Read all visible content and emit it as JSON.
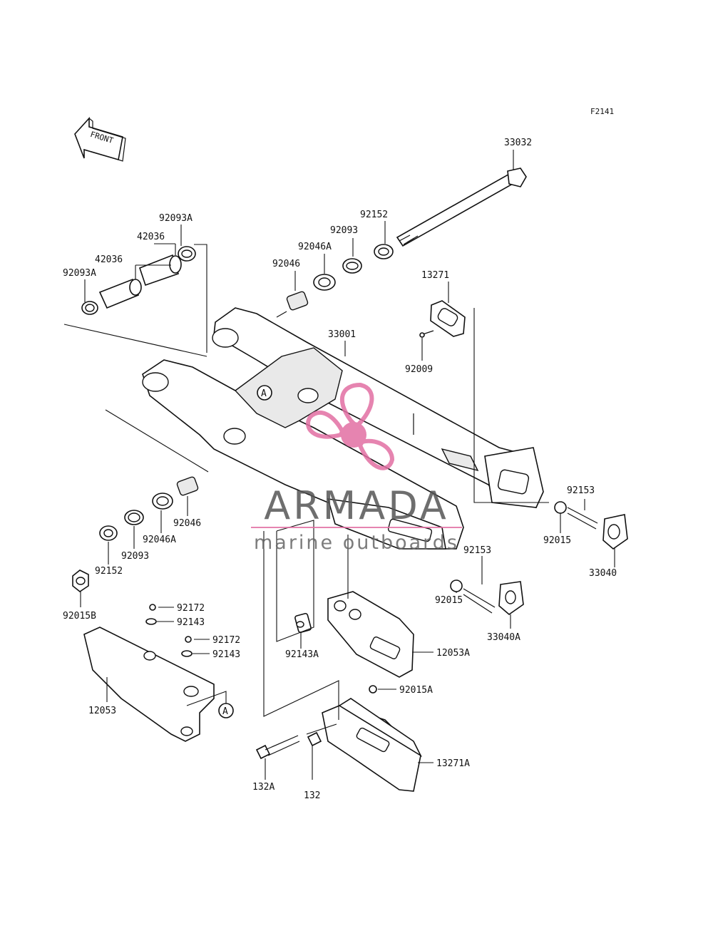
{
  "diagram": {
    "code": "F2141",
    "front_label": "FRONT",
    "ref_marker": "A",
    "part_numbers": {
      "swingarm_pivot_shaft": "33032",
      "swingarm": "33001",
      "chain_adjuster_plate": "13271",
      "screw_92009": "92009",
      "collar_upper_left": "42036",
      "collar_lower_left": "42036",
      "seal_upper_left": "92093A",
      "seal_far_left": "92093A",
      "bearing_upper": "92046",
      "seal_92046A_upper": "92046A",
      "oil_seal_upper": "92093",
      "washer_upper": "92152",
      "bearing_lower": "92046",
      "seal_92046A_lower": "92046A",
      "oil_seal_lower": "92093",
      "washer_lower": "92152",
      "pivot_nut": "92015B",
      "adjuster_bolt_right": "92153",
      "adjuster_nut_right": "92015",
      "chain_adjuster_right": "33040",
      "adjuster_bolt_center": "92153",
      "adjuster_nut_center": "92015",
      "chain_adjuster_center": "33040A",
      "chain_slipper_upper": "12053A",
      "collar_92143A": "92143A",
      "bolt_upper": "92172",
      "washer_92143_upper": "92143",
      "bolt_lower": "92172",
      "washer_92143_lower": "92143",
      "chain_slipper": "12053",
      "nut_92015A": "92015A",
      "chain_guide": "13271A",
      "bolt_132A": "132A",
      "bolt_132": "132"
    }
  },
  "watermark": {
    "brand": "ARMADA",
    "tagline": "marine outboards",
    "accent_color": "#e26fa3",
    "text_color": "#555555"
  }
}
